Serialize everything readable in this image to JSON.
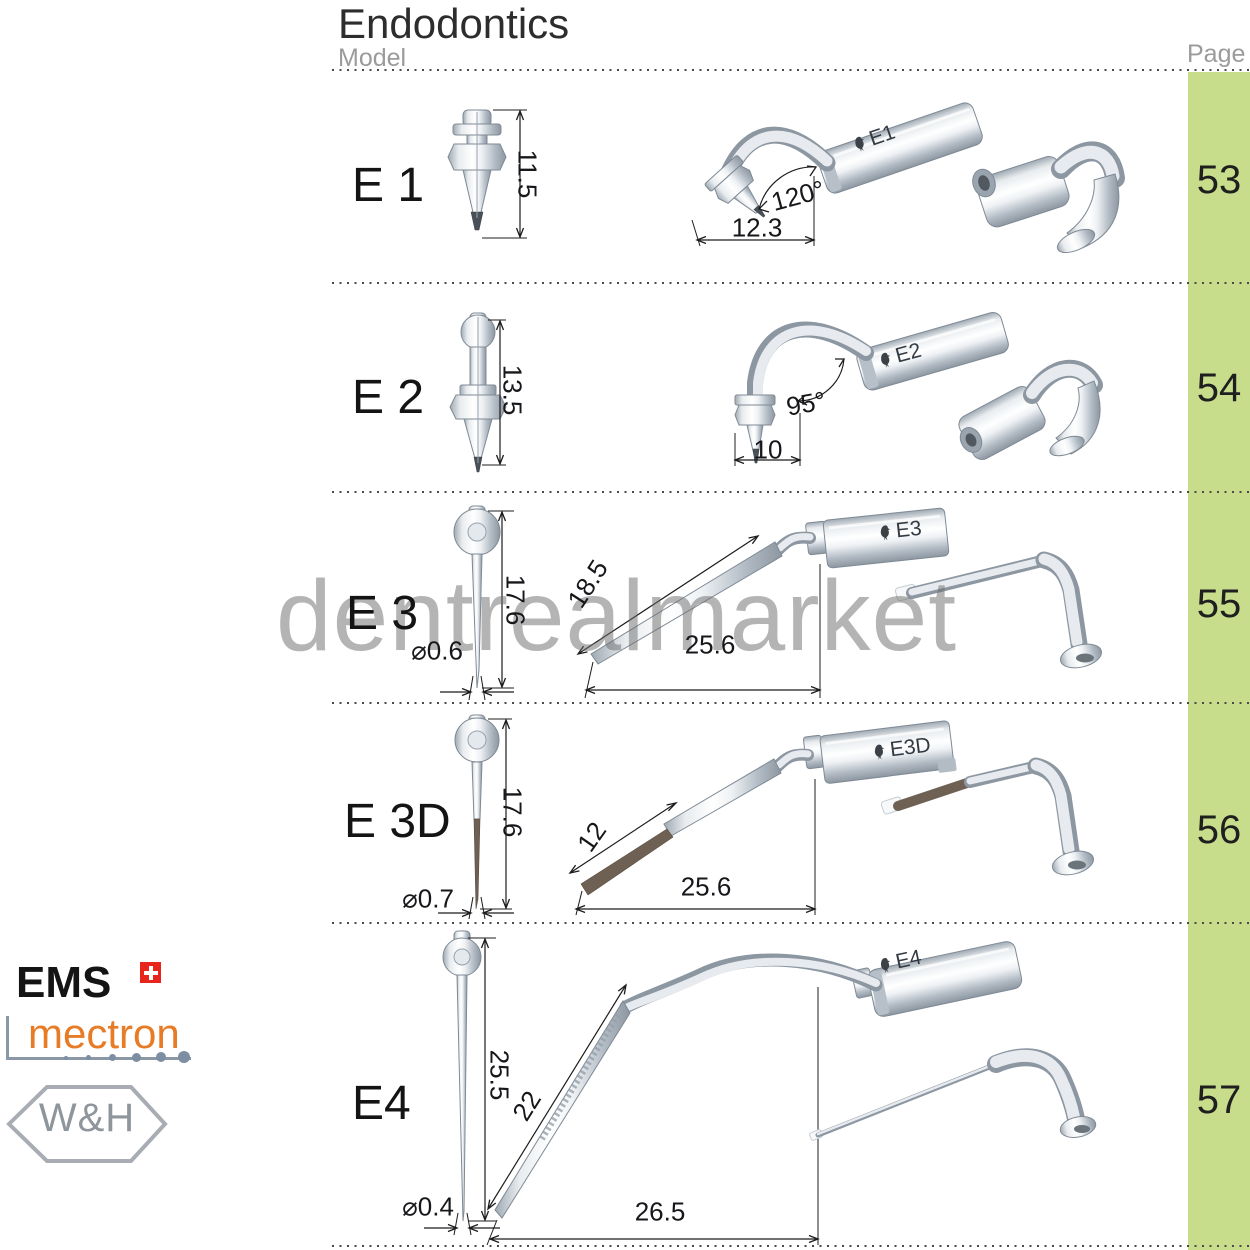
{
  "header": {
    "title": "Endodontics",
    "model_label": "Model",
    "page_label": "Page"
  },
  "watermark": "dentrealmarket",
  "rows": [
    {
      "model": "E 1",
      "page": "53",
      "sleeve_label": "E1",
      "length": "11.5",
      "angle": "120°",
      "width": "12.3"
    },
    {
      "model": "E 2",
      "page": "54",
      "sleeve_label": "E2",
      "length": "13.5",
      "angle": "95°",
      "width": "10"
    },
    {
      "model": "E 3",
      "page": "55",
      "sleeve_label": "E3",
      "length": "17.6",
      "diameter": "⌀0.6",
      "tip_length": "18.5",
      "width": "25.6"
    },
    {
      "model": "E 3D",
      "page": "56",
      "sleeve_label": "E3D",
      "length": "17.6",
      "diameter": "⌀0.7",
      "tip_length": "12",
      "width": "25.6"
    },
    {
      "model": "E4",
      "page": "57",
      "sleeve_label": "E4",
      "length": "25.5",
      "diameter": "⌀0.4",
      "tip_length": "22",
      "width": "26.5"
    }
  ],
  "logos": {
    "ems": "EMS",
    "mectron": "mectron",
    "wh": "W&H"
  },
  "colors": {
    "page_column_green": "#c8dd8c",
    "mectron_orange": "#e87c26",
    "swiss_red": "#e8251c",
    "watermark_gray": "#9a9a9a"
  }
}
